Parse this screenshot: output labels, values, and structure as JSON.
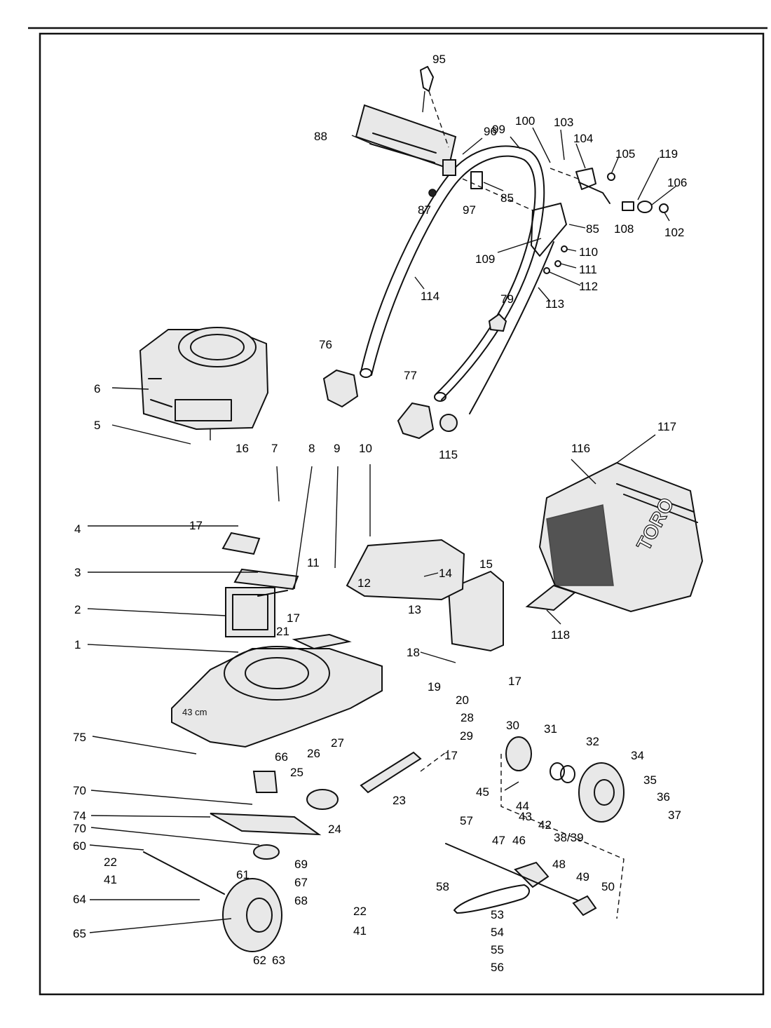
{
  "brand_text": "TORO",
  "deck_text": "43 cm",
  "labels": [
    {
      "id": "95",
      "text": "95"
    },
    {
      "id": "88",
      "text": "88"
    },
    {
      "id": "96",
      "text": "96"
    },
    {
      "id": "99",
      "text": "99"
    },
    {
      "id": "100",
      "text": "100"
    },
    {
      "id": "103",
      "text": "103"
    },
    {
      "id": "104",
      "text": "104"
    },
    {
      "id": "105",
      "text": "105"
    },
    {
      "id": "119",
      "text": "119"
    },
    {
      "id": "106",
      "text": "106"
    },
    {
      "id": "85a",
      "text": "85"
    },
    {
      "id": "87",
      "text": "87"
    },
    {
      "id": "97",
      "text": "97"
    },
    {
      "id": "108",
      "text": "108"
    },
    {
      "id": "102",
      "text": "102"
    },
    {
      "id": "85b",
      "text": "85"
    },
    {
      "id": "109",
      "text": "109"
    },
    {
      "id": "110",
      "text": "110"
    },
    {
      "id": "111",
      "text": "111"
    },
    {
      "id": "112",
      "text": "112"
    },
    {
      "id": "114",
      "text": "114"
    },
    {
      "id": "113",
      "text": "113"
    },
    {
      "id": "79",
      "text": "79"
    },
    {
      "id": "76",
      "text": "76"
    },
    {
      "id": "6",
      "text": "6"
    },
    {
      "id": "77",
      "text": "77"
    },
    {
      "id": "5",
      "text": "5"
    },
    {
      "id": "115",
      "text": "115"
    },
    {
      "id": "117",
      "text": "117"
    },
    {
      "id": "116",
      "text": "116"
    },
    {
      "id": "16",
      "text": "16"
    },
    {
      "id": "7",
      "text": "7"
    },
    {
      "id": "8",
      "text": "8"
    },
    {
      "id": "9",
      "text": "9"
    },
    {
      "id": "10",
      "text": "10"
    },
    {
      "id": "17a",
      "text": "17"
    },
    {
      "id": "4",
      "text": "4"
    },
    {
      "id": "3",
      "text": "3"
    },
    {
      "id": "11",
      "text": "11"
    },
    {
      "id": "12",
      "text": "12"
    },
    {
      "id": "14",
      "text": "14"
    },
    {
      "id": "15",
      "text": "15"
    },
    {
      "id": "13",
      "text": "13"
    },
    {
      "id": "2",
      "text": "2"
    },
    {
      "id": "17b",
      "text": "17"
    },
    {
      "id": "21",
      "text": "21"
    },
    {
      "id": "118",
      "text": "118"
    },
    {
      "id": "1",
      "text": "1"
    },
    {
      "id": "18",
      "text": "18"
    },
    {
      "id": "17c",
      "text": "17"
    },
    {
      "id": "19",
      "text": "19"
    },
    {
      "id": "20",
      "text": "20"
    },
    {
      "id": "28",
      "text": "28"
    },
    {
      "id": "29",
      "text": "29"
    },
    {
      "id": "17d",
      "text": "17"
    },
    {
      "id": "75",
      "text": "75"
    },
    {
      "id": "27",
      "text": "27"
    },
    {
      "id": "26",
      "text": "26"
    },
    {
      "id": "66",
      "text": "66"
    },
    {
      "id": "30",
      "text": "30"
    },
    {
      "id": "31",
      "text": "31"
    },
    {
      "id": "32",
      "text": "32"
    },
    {
      "id": "34",
      "text": "34"
    },
    {
      "id": "25",
      "text": "25"
    },
    {
      "id": "23",
      "text": "23"
    },
    {
      "id": "35",
      "text": "35"
    },
    {
      "id": "36",
      "text": "36"
    },
    {
      "id": "45",
      "text": "45"
    },
    {
      "id": "44",
      "text": "44"
    },
    {
      "id": "43",
      "text": "43"
    },
    {
      "id": "42",
      "text": "42"
    },
    {
      "id": "37",
      "text": "37"
    },
    {
      "id": "70a",
      "text": "70"
    },
    {
      "id": "74",
      "text": "74"
    },
    {
      "id": "24",
      "text": "24"
    },
    {
      "id": "38_39",
      "text": "38/39"
    },
    {
      "id": "70b",
      "text": "70"
    },
    {
      "id": "57",
      "text": "57"
    },
    {
      "id": "47",
      "text": "47"
    },
    {
      "id": "46",
      "text": "46"
    },
    {
      "id": "60",
      "text": "60"
    },
    {
      "id": "69",
      "text": "69"
    },
    {
      "id": "48",
      "text": "48"
    },
    {
      "id": "22a",
      "text": "22"
    },
    {
      "id": "67",
      "text": "67"
    },
    {
      "id": "61",
      "text": "61"
    },
    {
      "id": "49",
      "text": "49"
    },
    {
      "id": "50",
      "text": "50"
    },
    {
      "id": "41a",
      "text": "41"
    },
    {
      "id": "68",
      "text": "68"
    },
    {
      "id": "58",
      "text": "58"
    },
    {
      "id": "64",
      "text": "64"
    },
    {
      "id": "22b",
      "text": "22"
    },
    {
      "id": "53",
      "text": "53"
    },
    {
      "id": "41b",
      "text": "41"
    },
    {
      "id": "54",
      "text": "54"
    },
    {
      "id": "65",
      "text": "65"
    },
    {
      "id": "55",
      "text": "55"
    },
    {
      "id": "62",
      "text": "62"
    },
    {
      "id": "63",
      "text": "63"
    },
    {
      "id": "56",
      "text": "56"
    }
  ]
}
